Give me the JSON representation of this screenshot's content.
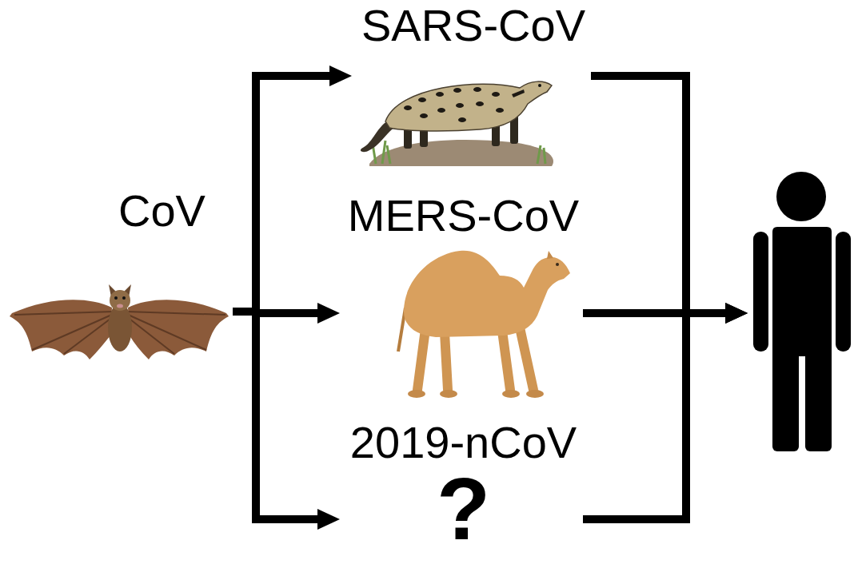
{
  "diagram": {
    "nodes": [
      {
        "text": [
          "CoV"
        ]
      },
      {
        "text": [
          "SARS-CoV"
        ]
      },
      {
        "text": [
          "MERS-CoV"
        ]
      },
      {
        "text": [
          "2019-nCoV",
          "?"
        ]
      },
      {
        "text": []
      }
    ],
    "edges": [
      {
        "from": 0,
        "to": 1,
        "arrow": "to"
      },
      {
        "from": 0,
        "to": 2,
        "arrow": "to"
      },
      {
        "from": 0,
        "to": 3,
        "arrow": "to"
      },
      {
        "from": 1,
        "to": 4,
        "arrow": "to"
      },
      {
        "from": 2,
        "to": 4,
        "arrow": "to"
      },
      {
        "from": 3,
        "to": 4,
        "arrow": "to"
      }
    ]
  }
}
